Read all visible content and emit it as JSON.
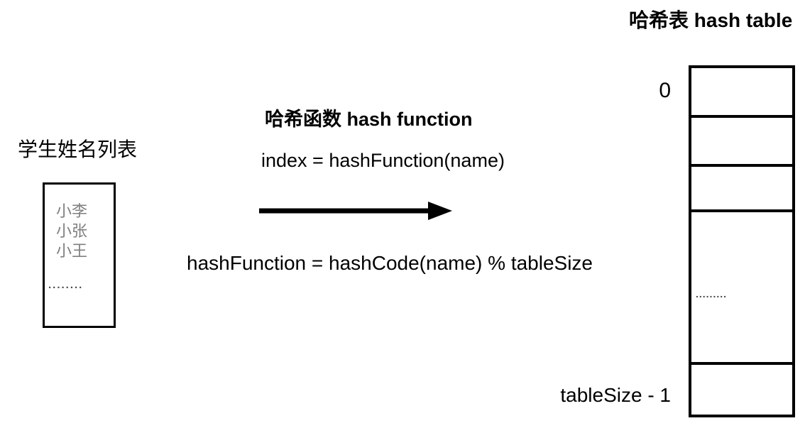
{
  "diagram": {
    "title": "哈希表 hash table",
    "student_list": {
      "label": "学生姓名列表",
      "names": [
        "小李",
        "小张",
        "小王"
      ],
      "ellipsis": "........"
    },
    "hash_function": {
      "heading": "哈希函数 hash function",
      "formula_index": "index = hashFunction(name)",
      "formula_hash": "hashFunction = hashCode(name) % tableSize"
    },
    "hash_table": {
      "top_index_label": "0",
      "bottom_index_label": "tableSize - 1",
      "cell_count": 5,
      "ellipsis_cell_text": "........."
    },
    "colors": {
      "background": "#ffffff",
      "text_primary": "#000000",
      "text_muted": "#7f7f7f",
      "dots": "#444444",
      "border": "#000000"
    }
  }
}
